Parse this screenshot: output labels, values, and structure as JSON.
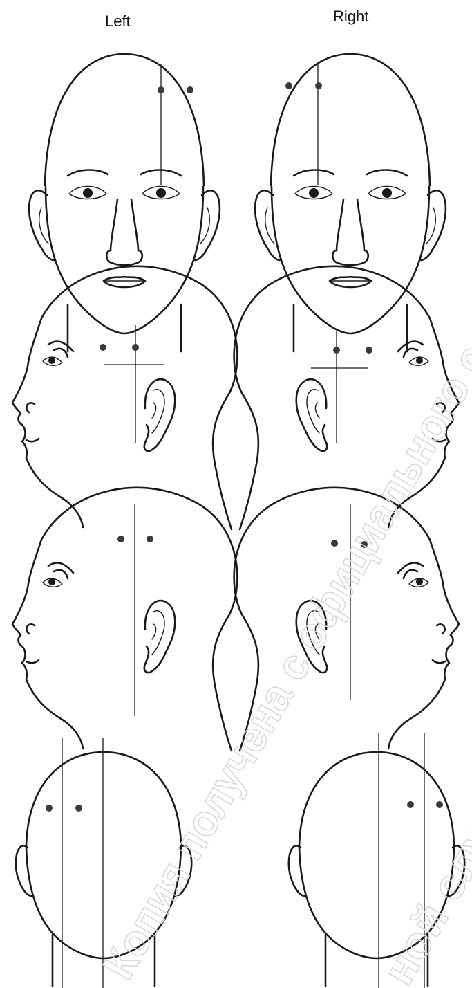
{
  "labels": {
    "left": "Left",
    "right": "Right"
  },
  "watermark": {
    "line1": "Копия получена с официального сайта",
    "line2": "ной службы"
  },
  "colors": {
    "ink": "#1a1a1a",
    "dot": "#3a3a3a",
    "watermark": "#d8d8d8"
  }
}
